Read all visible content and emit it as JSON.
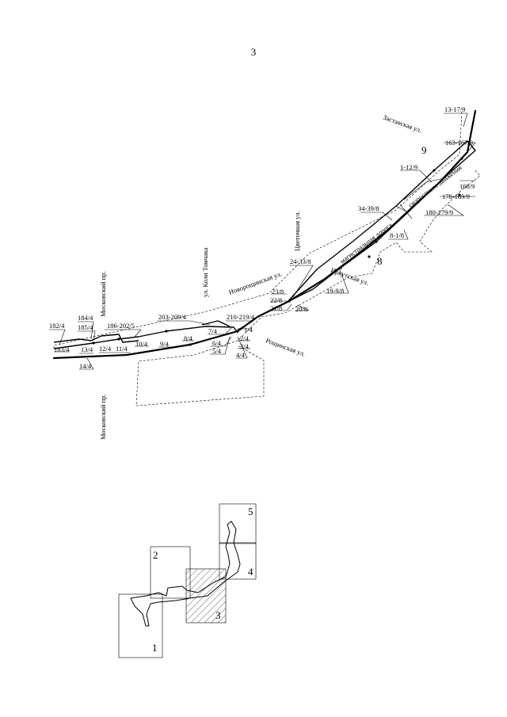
{
  "page_number": "3",
  "streets": {
    "zastavskaya": "Заставская ул.",
    "tsvetochnaya": "Цветочная ул.",
    "kolya_tomchak": "ул. Коли Томчака",
    "novoroshchinskaya": "Новорощинская ул.",
    "moskovsky_top": "Московский пр.",
    "moskovsky_bottom": "Московский пр.",
    "irkutskaya": "Иркутская ул.",
    "roshchinskaya": "Рощинская ул.",
    "road_1": "магистральная дорога",
    "road_2": "скоростного движения"
  },
  "sheet_refs": {
    "nine": "9",
    "eight": "8"
  },
  "labels": {
    "l13_17_9": "13-17/9",
    "l163_167_9": "163-167/9",
    "l1_12_9": "1-12/9",
    "l168_9": "168/9",
    "l178_169_9": "178-169/9",
    "l180_179_9": "180-179/9",
    "l34_39_8": "34-39/8",
    "l8_1_8": "8-1/8",
    "l24_33_8": "24-33/8",
    "l23_8": "23/8",
    "l22_8": "22/8",
    "l21_8": "21/8",
    "l20_8": "20/8",
    "l19_9_8": "19-9/8",
    "l184_4": "184/4",
    "l185_4": "185/4",
    "l182_4": "182/4",
    "l186_202_5": "186-202/5",
    "l203_209_4": "203-209/4",
    "l210_219_4": "210-219/4",
    "l1_4": "1/4",
    "l2_4": "2/4",
    "l3_4": "3/4",
    "l4_4": "4/4",
    "l5_4": "5/4",
    "l6_4": "6/4",
    "l7_4": "7/4",
    "l8_4": "8/4",
    "l9_4": "9/4",
    "l10_4": "10/4",
    "l11_4": "11/4",
    "l12_4": "12/4",
    "l13_4": "13/4",
    "l14_4": "14/4",
    "l183_4": "183/4"
  },
  "index_sheets": {
    "s1": "1",
    "s2": "2",
    "s3": "3",
    "s4": "4",
    "s5": "5"
  }
}
